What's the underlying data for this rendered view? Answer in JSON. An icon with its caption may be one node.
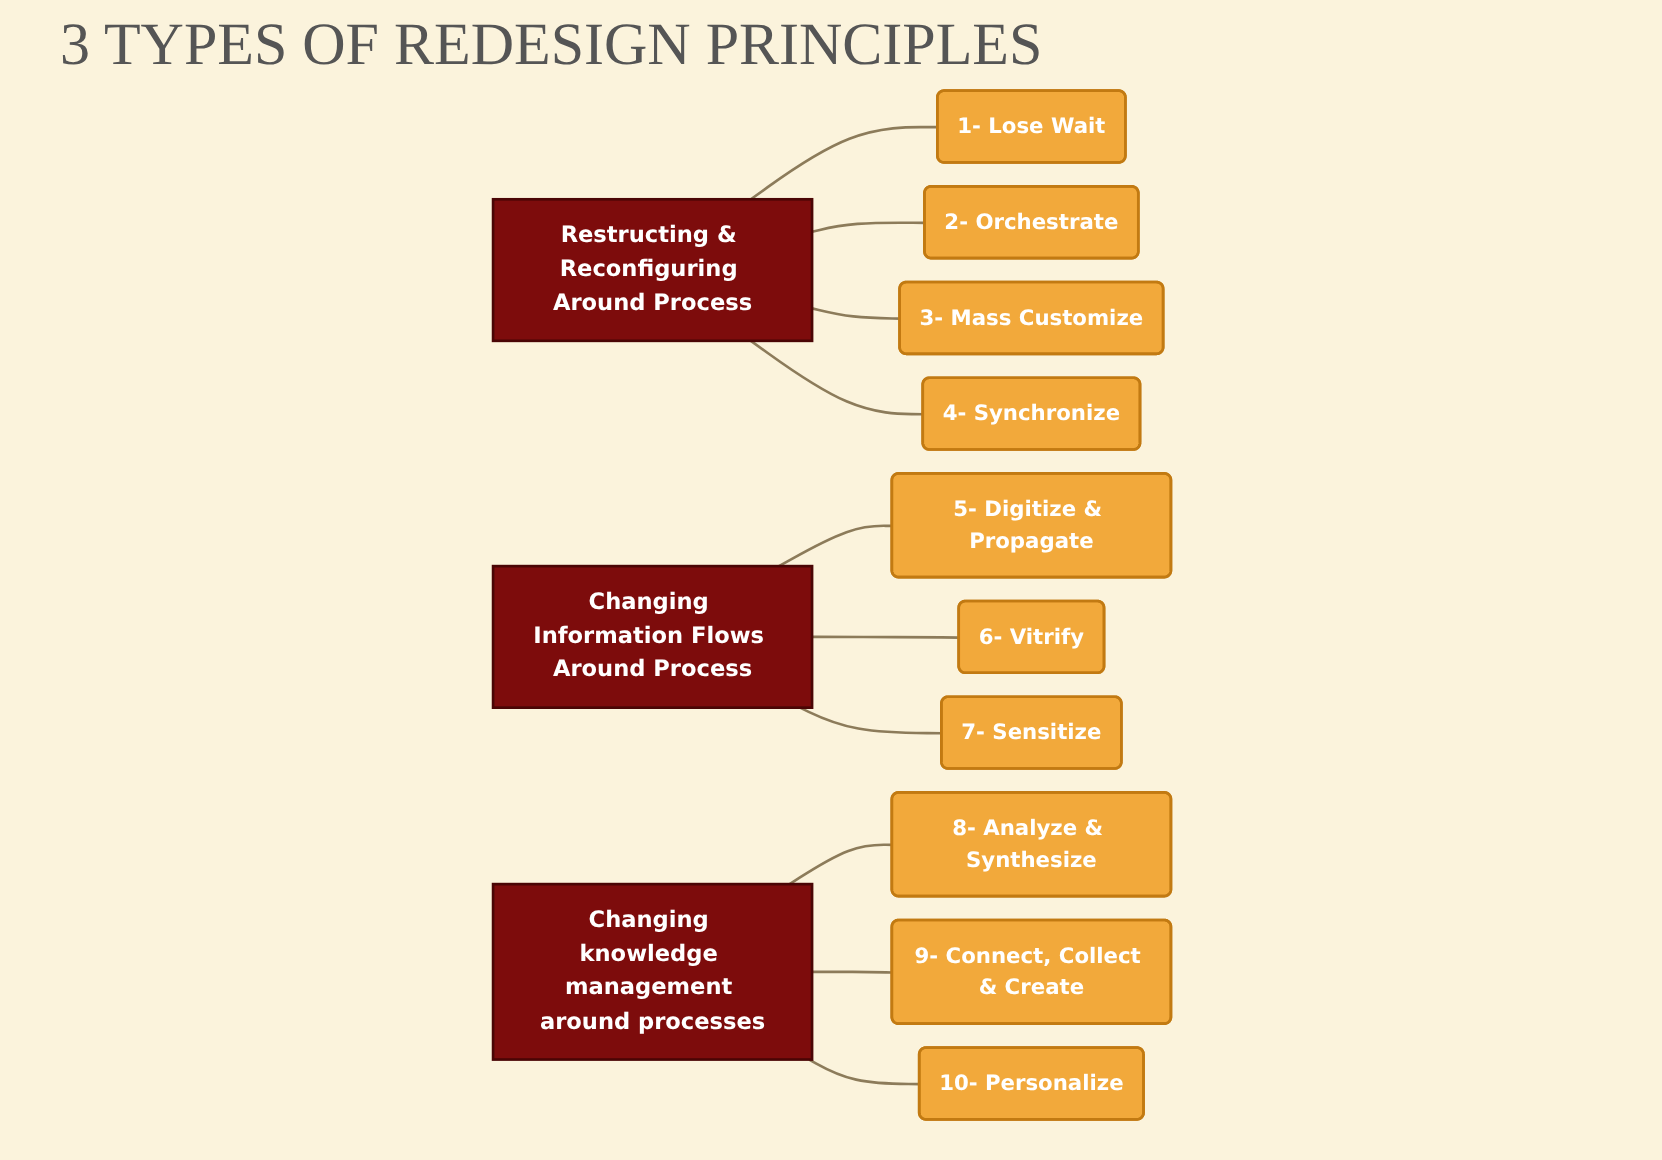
{
  "diagram": {
    "title": "3 TYPES OF REDESIGN PRINCIPLES",
    "nodes": [
      {
        "text": [
          "Restructing & Reconfiguring Around Process"
        ]
      },
      {
        "text": [
          "1- Lose Wait"
        ]
      },
      {
        "text": [
          "2- Orchestrate"
        ]
      },
      {
        "text": [
          "3- Mass Customize"
        ]
      },
      {
        "text": [
          "4- Synchronize"
        ]
      },
      {
        "text": [
          "Changing Information Flows Around Process"
        ]
      },
      {
        "text": [
          "5- Digitize & Propagate"
        ]
      },
      {
        "text": [
          "6- Vitrify"
        ]
      },
      {
        "text": [
          "7- Sensitize"
        ]
      },
      {
        "text": [
          "Changing knowledge management around processes"
        ]
      },
      {
        "text": [
          "8- Analyze & Synthesize"
        ]
      },
      {
        "text": [
          "9- Connect, Collect & Create"
        ]
      },
      {
        "text": [
          "10- Personalize"
        ]
      }
    ],
    "edges": [
      {
        "from": 0,
        "to": 1,
        "arrow": "none"
      },
      {
        "from": 0,
        "to": 2,
        "arrow": "none"
      },
      {
        "from": 0,
        "to": 3,
        "arrow": "none"
      },
      {
        "from": 0,
        "to": 4,
        "arrow": "none"
      },
      {
        "from": 5,
        "to": 6,
        "arrow": "none"
      },
      {
        "from": 5,
        "to": 7,
        "arrow": "none"
      },
      {
        "from": 5,
        "to": 8,
        "arrow": "none"
      },
      {
        "from": 9,
        "to": 10,
        "arrow": "none"
      },
      {
        "from": 9,
        "to": 11,
        "arrow": "none"
      },
      {
        "from": 9,
        "to": 12,
        "arrow": "none"
      }
    ]
  }
}
